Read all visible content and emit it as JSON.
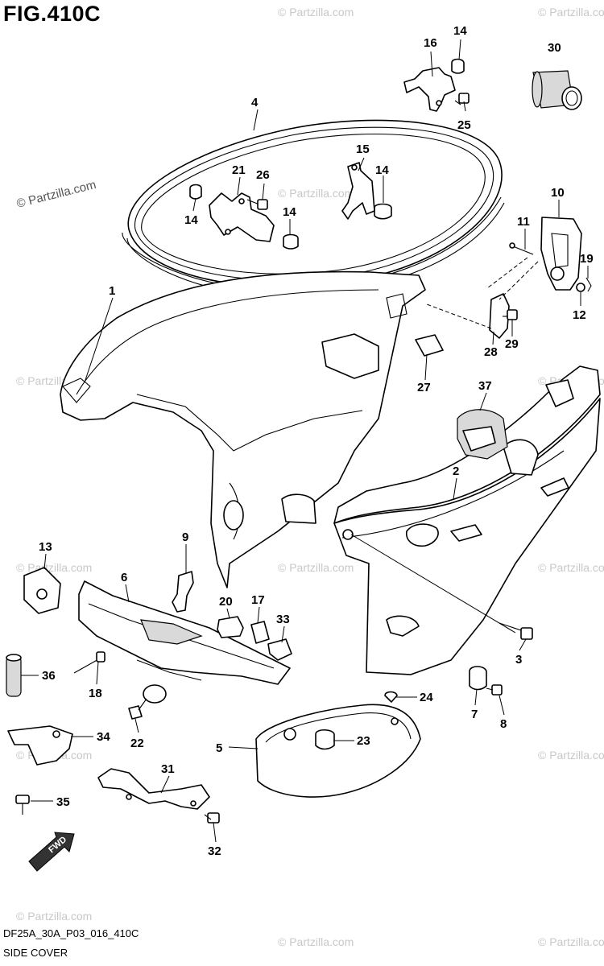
{
  "figure": {
    "title": "FIG.410C",
    "footer_code": "DF25A_30A_P03_016_410C",
    "footer_name": "SIDE COVER"
  },
  "watermarks": {
    "main": "© Partzilla.com",
    "faint": "© Partzilla.com"
  },
  "badges": {
    "fwd": "FWD"
  },
  "callouts": [
    {
      "id": "c16",
      "label": "16"
    },
    {
      "id": "c14a",
      "label": "14"
    },
    {
      "id": "c30",
      "label": "30"
    },
    {
      "id": "c4",
      "label": "4"
    },
    {
      "id": "c25",
      "label": "25"
    },
    {
      "id": "c15",
      "label": "15"
    },
    {
      "id": "c21",
      "label": "21"
    },
    {
      "id": "c26",
      "label": "26"
    },
    {
      "id": "c14b",
      "label": "14"
    },
    {
      "id": "c14c",
      "label": "14"
    },
    {
      "id": "c14d",
      "label": "14"
    },
    {
      "id": "c10",
      "label": "10"
    },
    {
      "id": "c11",
      "label": "11"
    },
    {
      "id": "c19",
      "label": "19"
    },
    {
      "id": "c12",
      "label": "12"
    },
    {
      "id": "c1",
      "label": "1"
    },
    {
      "id": "c28",
      "label": "28"
    },
    {
      "id": "c29",
      "label": "29"
    },
    {
      "id": "c27",
      "label": "27"
    },
    {
      "id": "c37",
      "label": "37"
    },
    {
      "id": "c2",
      "label": "2"
    },
    {
      "id": "c9",
      "label": "9"
    },
    {
      "id": "c13",
      "label": "13"
    },
    {
      "id": "c6",
      "label": "6"
    },
    {
      "id": "c20",
      "label": "20"
    },
    {
      "id": "c17",
      "label": "17"
    },
    {
      "id": "c33",
      "label": "33"
    },
    {
      "id": "c3",
      "label": "3"
    },
    {
      "id": "c36",
      "label": "36"
    },
    {
      "id": "c18",
      "label": "18"
    },
    {
      "id": "c24",
      "label": "24"
    },
    {
      "id": "c7",
      "label": "7"
    },
    {
      "id": "c8",
      "label": "8"
    },
    {
      "id": "c22",
      "label": "22"
    },
    {
      "id": "c34",
      "label": "34"
    },
    {
      "id": "c5",
      "label": "5"
    },
    {
      "id": "c23",
      "label": "23"
    },
    {
      "id": "c31",
      "label": "31"
    },
    {
      "id": "c35",
      "label": "35"
    },
    {
      "id": "c32",
      "label": "32"
    }
  ]
}
